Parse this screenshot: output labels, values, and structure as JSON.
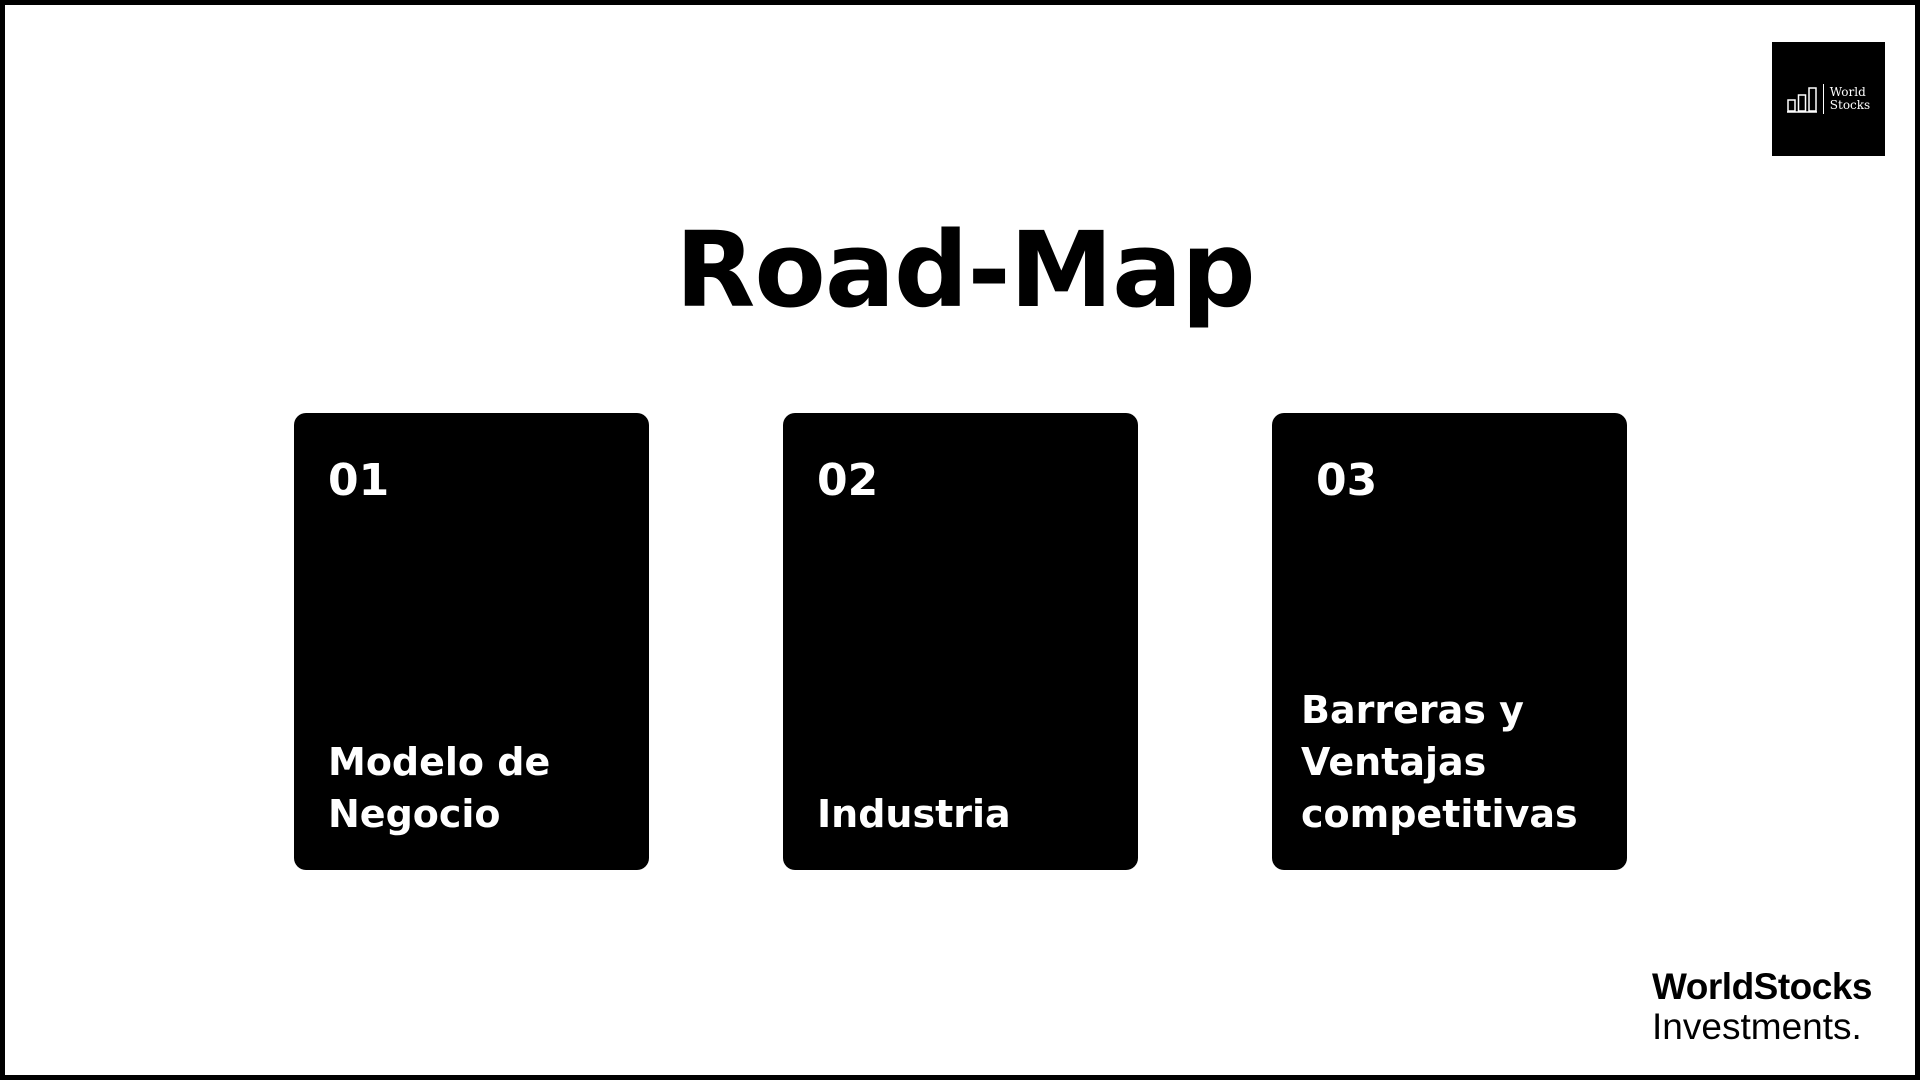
{
  "logo": {
    "line1": "World",
    "line2": "Stocks"
  },
  "title": "Road-Map",
  "cards": [
    {
      "number": "01",
      "label": "Modelo de Negocio"
    },
    {
      "number": "02",
      "label": "Industria"
    },
    {
      "number": "03",
      "label": "Barreras y Ventajas competitivas"
    }
  ],
  "brand": {
    "name": "WorldStocks",
    "sub": "Investments."
  }
}
